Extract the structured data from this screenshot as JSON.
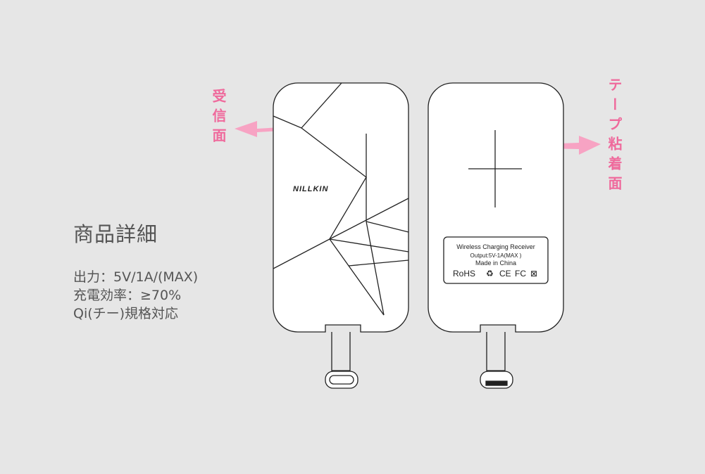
{
  "heading": "商品詳細",
  "specs": [
    "出力：5V/1A/(MAX)",
    "充電効率：≥70%",
    "Qi(チー)規格対応"
  ],
  "callouts": {
    "front": "受信面",
    "back": "テープ粘着面"
  },
  "device": {
    "brand_logo": "NILLKIN",
    "label_lines": [
      "Wireless Charging Receiver",
      "Output:5V-1A(MAX )",
      "Made in China"
    ],
    "certs": [
      "RoHS",
      "♻",
      "CE",
      "FC",
      "⊠"
    ]
  },
  "colors": {
    "accent": "#ef6a9c",
    "arrow": "#f7a3c3",
    "background": "#e6e6e6"
  }
}
